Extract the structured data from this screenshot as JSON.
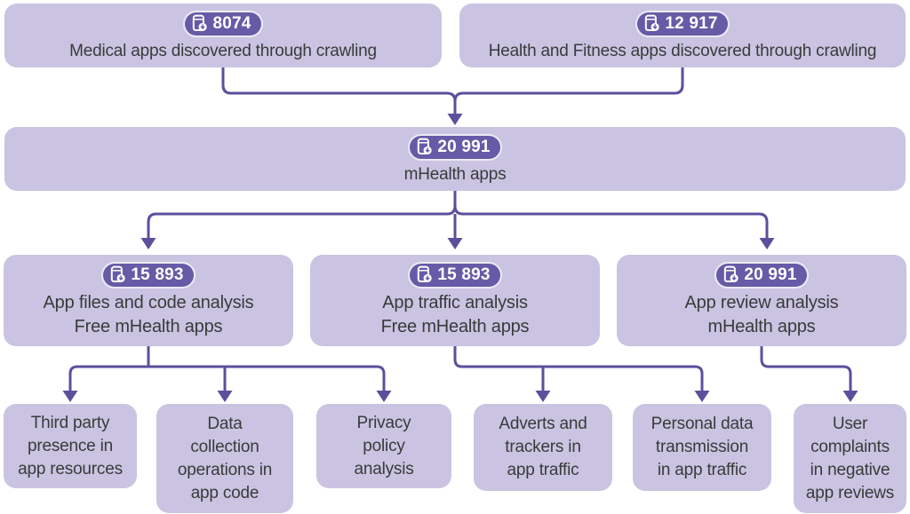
{
  "colors": {
    "box_fill": "#cac4e2",
    "badge_fill": "#675aa6",
    "connector": "#5c4f9c",
    "text": "#3a3a3a"
  },
  "nodes": {
    "medical": {
      "count": "8074",
      "label": "Medical apps discovered through crawling"
    },
    "health_fitness": {
      "count": "12 917",
      "label": "Health and Fitness apps discovered through crawling"
    },
    "mhealth": {
      "count": "20 991",
      "label": "mHealth apps"
    },
    "files_code": {
      "count": "15 893",
      "lines": [
        "App files and code analysis",
        "Free mHealth apps"
      ]
    },
    "traffic": {
      "count": "15 893",
      "lines": [
        "App traffic analysis",
        "Free mHealth apps"
      ]
    },
    "review": {
      "count": "20 991",
      "lines": [
        "App review analysis",
        "mHealth apps"
      ]
    },
    "third_party": {
      "lines": [
        "Third party",
        "presence in",
        "app resources"
      ]
    },
    "data_collection": {
      "lines": [
        "Data",
        "collection",
        "operations in",
        "app code"
      ]
    },
    "privacy_policy": {
      "lines": [
        "Privacy",
        "policy",
        "analysis"
      ]
    },
    "adverts": {
      "lines": [
        "Adverts and",
        "trackers in",
        "app traffic"
      ]
    },
    "personal_data": {
      "lines": [
        "Personal data",
        "transmission",
        "in app traffic"
      ]
    },
    "complaints": {
      "lines": [
        "User",
        "complaints",
        "in negative",
        "app reviews"
      ]
    }
  }
}
